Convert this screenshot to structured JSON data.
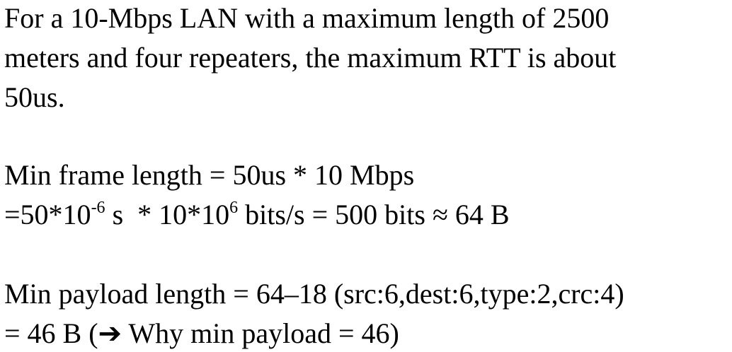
{
  "paragraph1": {
    "line1": "For a 10-Mbps LAN with a maximum length of 2500",
    "line2": "meters and four repeaters, the maximum RTT is about",
    "line3": "50us."
  },
  "paragraph2": {
    "line1": "Min frame length = 50us * 10 Mbps",
    "line2_a": "=50*10",
    "line2_exp1": "-6",
    "line2_b": " s  * 10*10",
    "line2_exp2": "6",
    "line2_c": " bits/s = 500 bits ≈ 64 B"
  },
  "paragraph3": {
    "line1": "Min payload length = 64–18 (src:6,dest:6,type:2,crc:4)",
    "line2": "= 46 B (➔ Why min payload = 46)"
  }
}
